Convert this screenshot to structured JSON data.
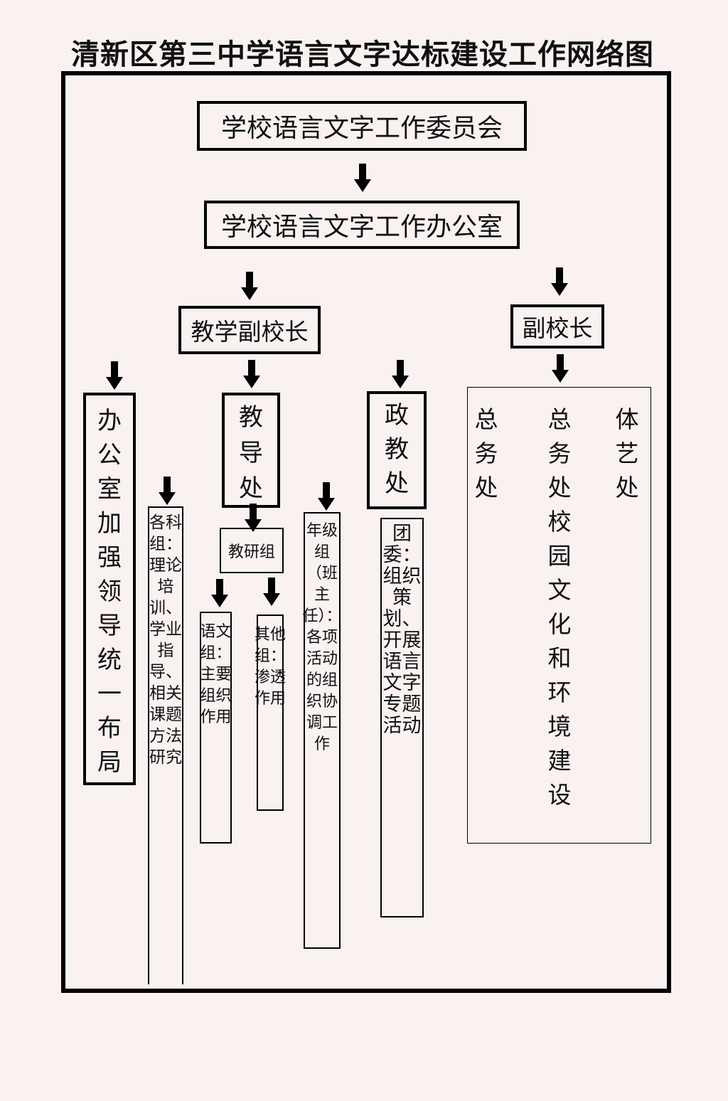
{
  "title": "清新区第三中学语言文字达标建设工作网络图",
  "nodes": {
    "committee": "学校语言文字工作委员会",
    "office": "学校语言文字工作办公室",
    "teaching_vp": "教学副校长",
    "vp": "副校长",
    "admin_office": "办公室加强领导统一布局",
    "subject_groups": "各科组：理论培训、学业指导、相关课题方法研究",
    "academic_affairs": "教导处",
    "research_group": "教研组",
    "chinese_group": "语文组：主要组织作用",
    "other_groups": "其他组：渗透作用",
    "grade_group": "年级组（班主任）：各项活动的组织协调工作",
    "political_office": "政教处",
    "youth_league": "团委：组织策划、开展语言文字专题活动",
    "general_affairs_a": "总务处",
    "general_affairs_b": "总务处校园文化和环境建设",
    "pe_art_office": "体艺处"
  },
  "colors": {
    "background": "#faf1f1",
    "line": "#000000"
  }
}
